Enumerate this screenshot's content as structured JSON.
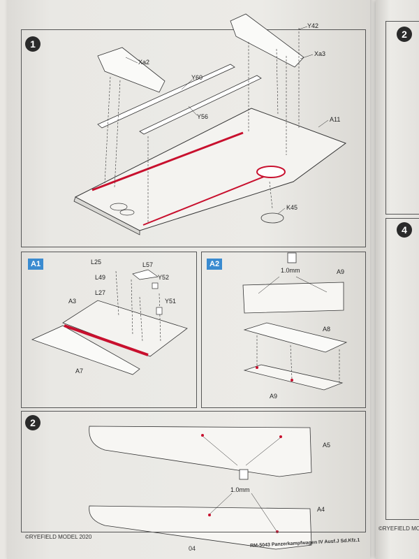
{
  "steps": {
    "s1": "1",
    "s2": "2",
    "s2_right": "2",
    "s4_right": "4",
    "a1": "A1",
    "a2": "A2"
  },
  "step1_labels": {
    "xa2": "Xa2",
    "y42": "Y42",
    "xa3": "Xa3",
    "y60": "Y60",
    "y56": "Y56",
    "a11": "A11",
    "k45": "K45"
  },
  "a1_labels": {
    "l25": "L25",
    "l57": "L57",
    "l49": "L49",
    "y52": "Y52",
    "l27": "L27",
    "a3": "A3",
    "y51": "Y51",
    "a7": "A7"
  },
  "a2_labels": {
    "drill": "1.0mm",
    "a9_top": "A9",
    "a8": "A8",
    "a9_bottom": "A9"
  },
  "step2_labels": {
    "a5": "A5",
    "drill": "1.0mm",
    "a4": "A4"
  },
  "footer": {
    "copyright": "©RYEFIELD MODEL 2020",
    "page": "04",
    "product": "RM-5043 Panzerkampfwagen IV Ausf.J Sd.Kfz.1",
    "right_copyright": "©RYEFIELD MODE"
  },
  "colors": {
    "highlight": "#c8102e",
    "badge": "#2a2a2a",
    "tag": "#3a8bd0"
  }
}
